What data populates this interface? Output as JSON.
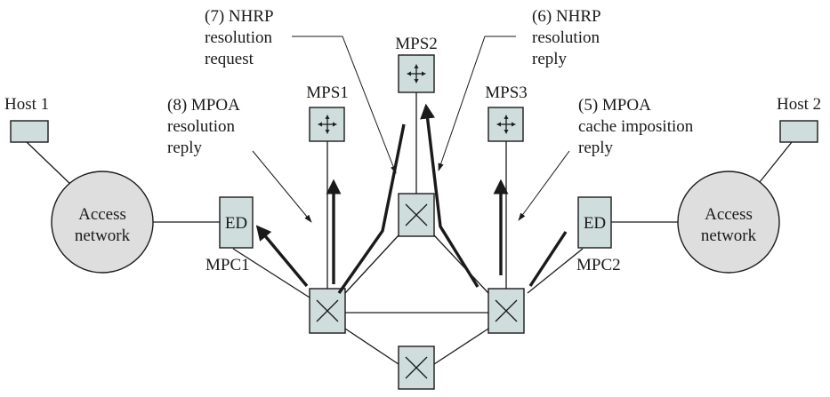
{
  "hosts": {
    "host1": "Host 1",
    "host2": "Host 2"
  },
  "access_networks": {
    "left": [
      "Access",
      "network"
    ],
    "right": [
      "Access",
      "network"
    ]
  },
  "edge_devices": {
    "left": "ED",
    "right": "ED"
  },
  "clients": {
    "mpc1": "MPC1",
    "mpc2": "MPC2"
  },
  "servers": {
    "mps1": "MPS1",
    "mps2": "MPS2",
    "mps3": "MPS3"
  },
  "messages": {
    "msg5": [
      "(5) MPOA",
      "cache imposition",
      "reply"
    ],
    "msg6": [
      "(6) NHRP",
      "resolution",
      "reply"
    ],
    "msg7": [
      "(7) NHRP",
      "resolution",
      "request"
    ],
    "msg8": [
      "(8) MPOA",
      "resolution",
      "reply"
    ]
  },
  "colors": {
    "box_fill": "#cfdedd",
    "network_fill": "#dedede",
    "stroke": "#1a1a1a"
  }
}
